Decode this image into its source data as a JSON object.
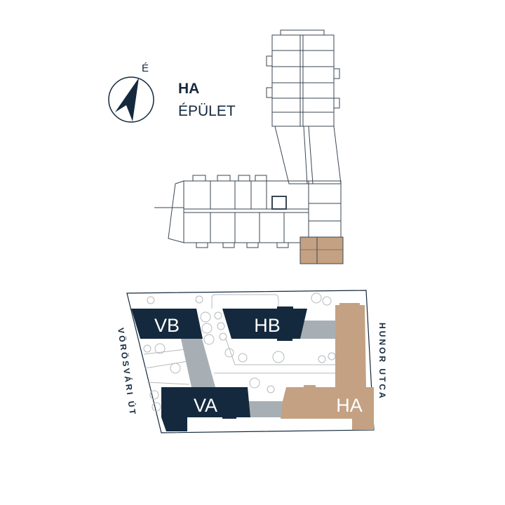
{
  "heading": {
    "code": "HA",
    "subtitle": "ÉPÜLET"
  },
  "compass": {
    "north_label": "É"
  },
  "site_plan": {
    "buildings": [
      {
        "id": "VB",
        "label": "VB"
      },
      {
        "id": "HB",
        "label": "HB"
      },
      {
        "id": "VA",
        "label": "VA"
      },
      {
        "id": "HA",
        "label": "HA",
        "highlighted": true
      }
    ],
    "streets": {
      "left": "VÖRÖSVÁRI ÚT",
      "right": "HUNOR UTCA"
    }
  },
  "colors": {
    "navy": "#14293d",
    "highlight": "#c4a182",
    "connector": "#a7afb5"
  }
}
